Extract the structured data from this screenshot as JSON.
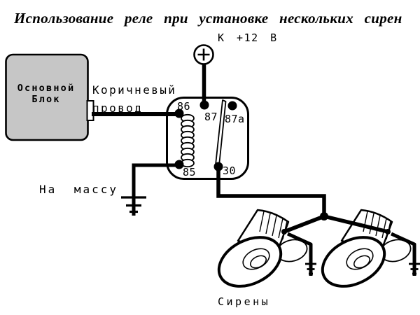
{
  "title": "Использование реле при установке нескольких сирен",
  "labels": {
    "power": "К +12 В",
    "brown_wire_line1": "Коричневый",
    "brown_wire_line2": "провод",
    "ground": "На массу",
    "sirens": "Сирены"
  },
  "main_block": {
    "line1": "Основной",
    "line2": "Блок"
  },
  "relay": {
    "pins": [
      "86",
      "87",
      "87a",
      "85",
      "30"
    ]
  },
  "icons": {
    "power": "circle-plus-icon",
    "ground": "earth-ground-icon",
    "coil": "relay-coil-icon",
    "switch": "relay-switch-arm-icon",
    "siren": "horn-siren-icon",
    "junction": "junction-dot"
  },
  "colors": {
    "background": "#ffffff",
    "line": "#000000",
    "block_fill": "#c6c6c6"
  }
}
